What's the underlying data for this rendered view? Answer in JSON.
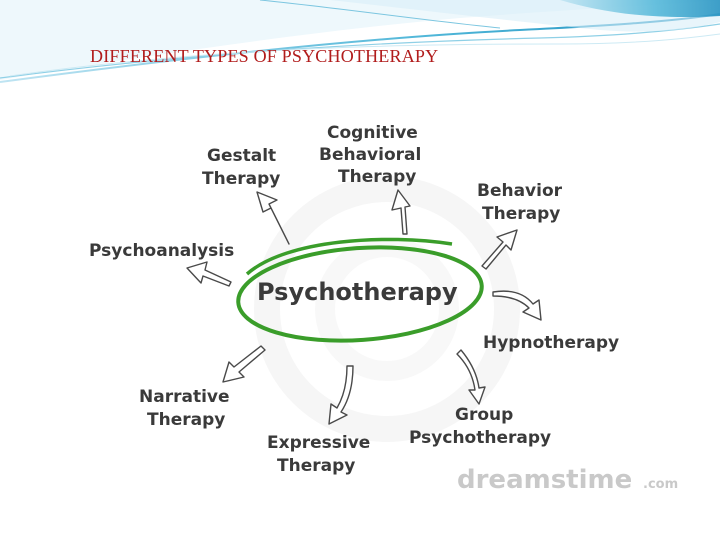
{
  "slide": {
    "title": "DIFFERENT TYPES OF PSYCHOTHERAPY"
  },
  "diagram": {
    "center": "Psychotherapy",
    "ring_color": "#3a9d2a",
    "nodes": {
      "cbt": [
        "Cognitive",
        "Behavioral",
        "Therapy"
      ],
      "gestalt": [
        "Gestalt",
        "Therapy"
      ],
      "behavior": [
        "Behavior",
        "Therapy"
      ],
      "psychoanalysis": [
        "Psychoanalysis"
      ],
      "hypnotherapy": [
        "Hypnotherapy"
      ],
      "narrative": [
        "Narrative",
        "Therapy"
      ],
      "group": [
        "Group",
        "Psychotherapy"
      ],
      "expressive": [
        "Expressive",
        "Therapy"
      ]
    },
    "watermark": {
      "brand": "dreamstime",
      "suffix": ".com"
    }
  },
  "colors": {
    "title": "#b11c1c",
    "decoration": "#2aa3c8",
    "ring": "#3a9d2a"
  }
}
